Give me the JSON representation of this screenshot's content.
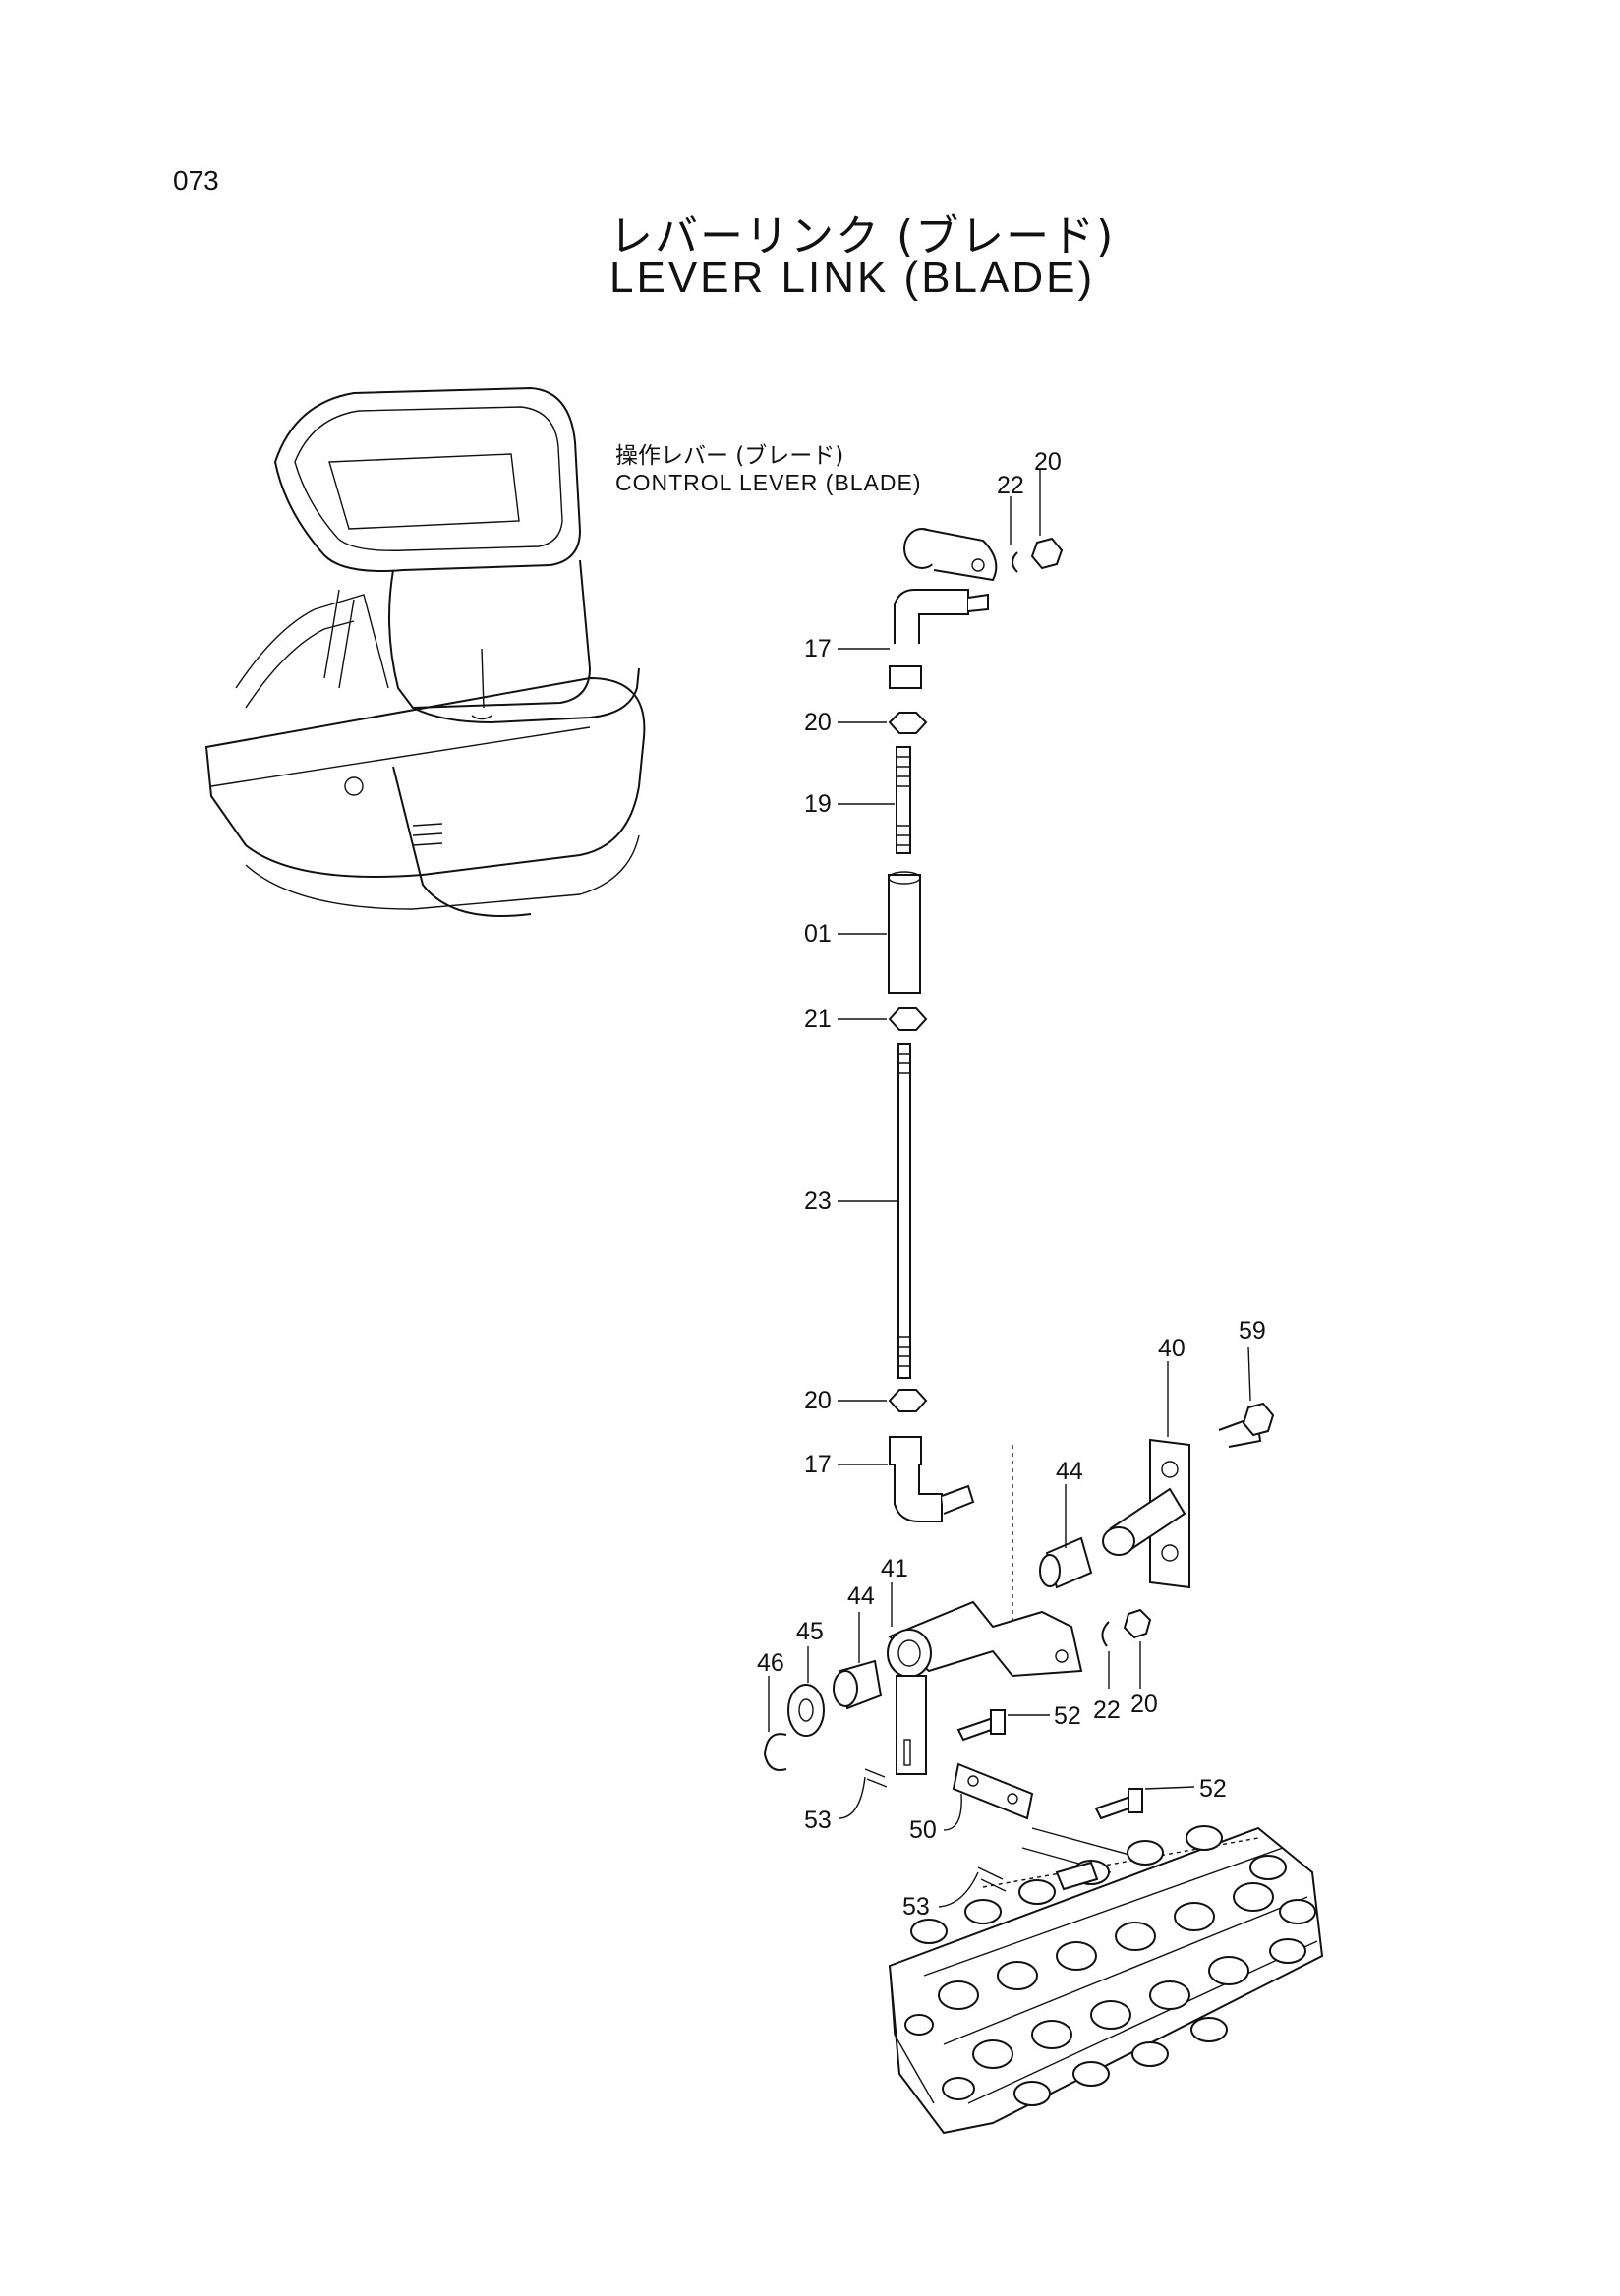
{
  "page_number": "073",
  "title": {
    "japanese": "レバーリンク (ブレード)",
    "english": "LEVER LINK (BLADE)"
  },
  "control_lever_callout": {
    "japanese": "操作レバー (ブレード)",
    "english": "CONTROL LEVER (BLADE)"
  },
  "part_numbers": {
    "p20a": "20",
    "p22a": "22",
    "p17a": "17",
    "p20b": "20",
    "p19": "19",
    "p01": "01",
    "p21": "21",
    "p23": "23",
    "p20c": "20",
    "p17b": "17",
    "p59": "59",
    "p40": "40",
    "p44a": "44",
    "p41": "41",
    "p44b": "44",
    "p45": "45",
    "p46": "46",
    "p22b": "22",
    "p20d": "20",
    "p52a": "52",
    "p52b": "52",
    "p53a": "53",
    "p50": "50",
    "p53b": "53"
  }
}
